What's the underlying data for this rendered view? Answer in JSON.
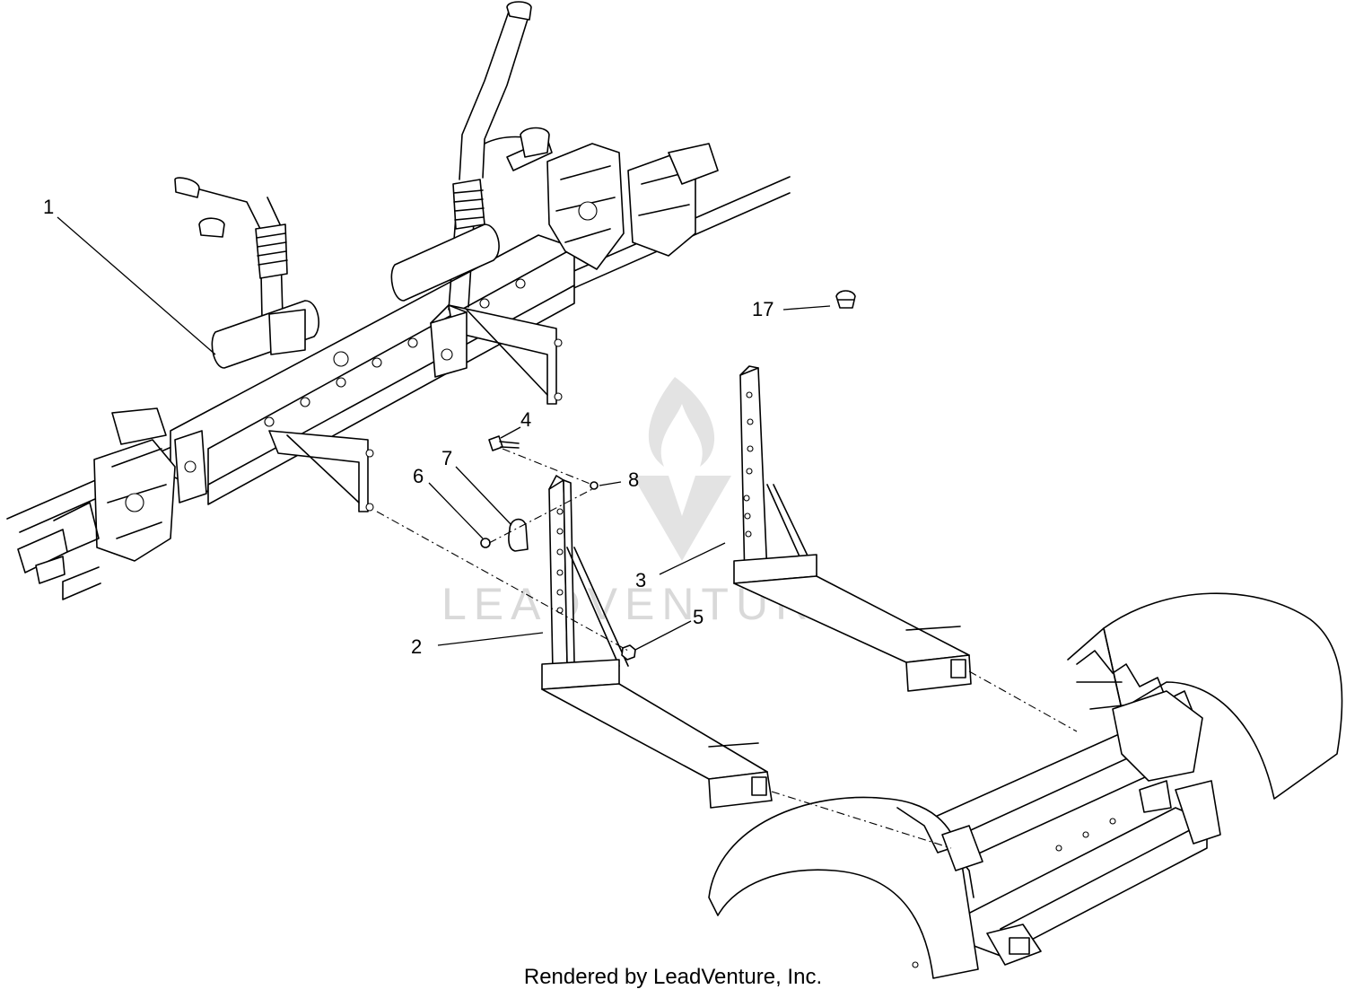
{
  "callouts": [
    {
      "id": "c1",
      "label": "1"
    },
    {
      "id": "c2",
      "label": "2"
    },
    {
      "id": "c3",
      "label": "3"
    },
    {
      "id": "c4",
      "label": "4"
    },
    {
      "id": "c5",
      "label": "5"
    },
    {
      "id": "c6",
      "label": "6"
    },
    {
      "id": "c7",
      "label": "7"
    },
    {
      "id": "c8",
      "label": "8"
    },
    {
      "id": "c17",
      "label": "17"
    }
  ],
  "watermark": {
    "text": "LEADVENTURE",
    "color": "#d9d9d9"
  },
  "footer": {
    "credit": "Rendered by LeadVenture, Inc."
  }
}
